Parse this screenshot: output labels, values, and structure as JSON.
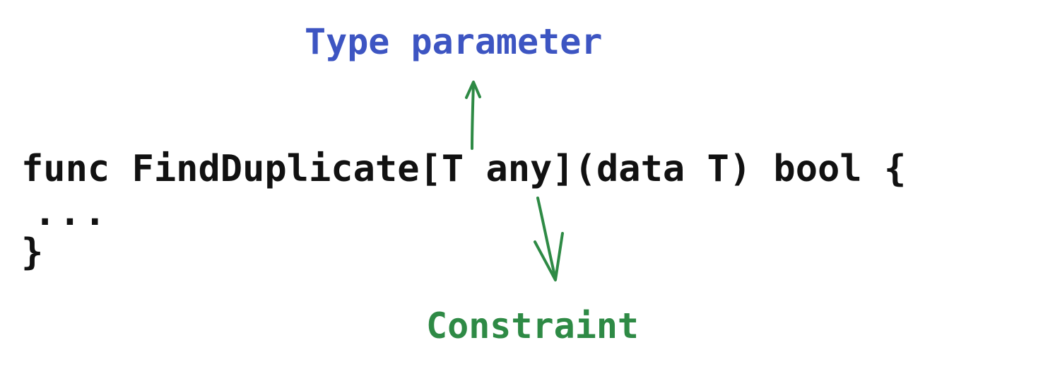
{
  "annotations": {
    "type_parameter": "Type parameter",
    "constraint": "Constraint"
  },
  "code": {
    "signature": "func FindDuplicate[T any](data T) bool {",
    "body": "...",
    "close": "}"
  },
  "colors": {
    "type_parameter_label": "#3d55c2",
    "constraint_label": "#2e8a45",
    "arrow": "#2e8a45",
    "code": "#111111",
    "background": "#ffffff"
  }
}
